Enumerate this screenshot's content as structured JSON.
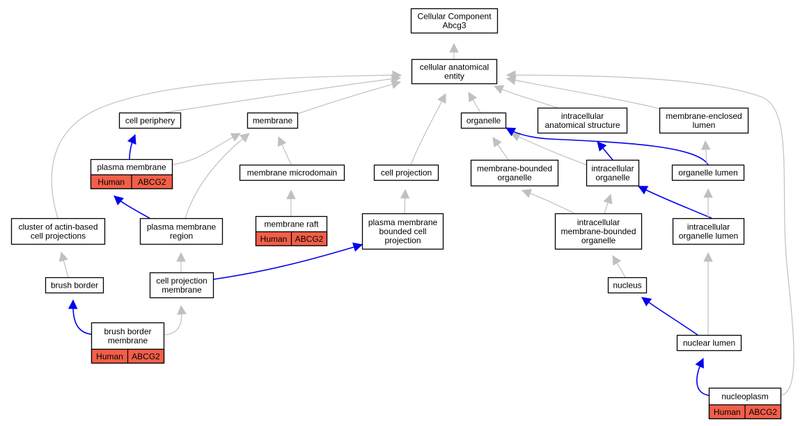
{
  "diagram": {
    "nodes": [
      {
        "id": "root",
        "lines": [
          "Cellular Component",
          "Abcg3"
        ]
      },
      {
        "id": "cae",
        "lines": [
          "cellular anatomical",
          "entity"
        ]
      },
      {
        "id": "cellperiph",
        "lines": [
          "cell periphery"
        ]
      },
      {
        "id": "membrane",
        "lines": [
          "membrane"
        ]
      },
      {
        "id": "organelle",
        "lines": [
          "organelle"
        ]
      },
      {
        "id": "intraanat",
        "lines": [
          "intracellular",
          "anatomical structure"
        ]
      },
      {
        "id": "memenclumen",
        "lines": [
          "membrane-enclosed",
          "lumen"
        ]
      },
      {
        "id": "plasmamem",
        "lines": [
          "plasma membrane"
        ],
        "annotation": [
          "Human",
          "ABCG2"
        ]
      },
      {
        "id": "memmicro",
        "lines": [
          "membrane microdomain"
        ]
      },
      {
        "id": "cellproj",
        "lines": [
          "cell projection"
        ]
      },
      {
        "id": "membound",
        "lines": [
          "membrane-bounded",
          "organelle"
        ]
      },
      {
        "id": "intraorg",
        "lines": [
          "intracellular",
          "organelle"
        ]
      },
      {
        "id": "orglumen",
        "lines": [
          "organelle lumen"
        ]
      },
      {
        "id": "actin",
        "lines": [
          "cluster of actin-based",
          "cell projections"
        ]
      },
      {
        "id": "pmregion",
        "lines": [
          "plasma membrane",
          "region"
        ]
      },
      {
        "id": "memraft",
        "lines": [
          "membrane raft"
        ],
        "annotation": [
          "Human",
          "ABCG2"
        ]
      },
      {
        "id": "pmbcp",
        "lines": [
          "plasma membrane",
          "bounded cell",
          "projection"
        ]
      },
      {
        "id": "imbo",
        "lines": [
          "intracellular",
          "membrane-bounded",
          "organelle"
        ]
      },
      {
        "id": "intraorglumen",
        "lines": [
          "intracellular",
          "organelle lumen"
        ]
      },
      {
        "id": "brushborder",
        "lines": [
          "brush border"
        ]
      },
      {
        "id": "cpm",
        "lines": [
          "cell projection",
          "membrane"
        ]
      },
      {
        "id": "nucleus",
        "lines": [
          "nucleus"
        ]
      },
      {
        "id": "bbm",
        "lines": [
          "brush border",
          "membrane"
        ],
        "annotation": [
          "Human",
          "ABCG2"
        ]
      },
      {
        "id": "nuclumen",
        "lines": [
          "nuclear lumen"
        ]
      },
      {
        "id": "nucleoplasm",
        "lines": [
          "nucleoplasm"
        ],
        "annotation": [
          "Human",
          "ABCG2"
        ]
      }
    ],
    "edges": [
      {
        "from": "cae",
        "to": "root",
        "kind": "is_a"
      },
      {
        "from": "cellperiph",
        "to": "cae",
        "kind": "is_a"
      },
      {
        "from": "membrane",
        "to": "cae",
        "kind": "is_a"
      },
      {
        "from": "organelle",
        "to": "cae",
        "kind": "is_a"
      },
      {
        "from": "intraanat",
        "to": "cae",
        "kind": "is_a"
      },
      {
        "from": "memenclumen",
        "to": "cae",
        "kind": "is_a"
      },
      {
        "from": "cellproj",
        "to": "cae",
        "kind": "is_a"
      },
      {
        "from": "actin",
        "to": "cae",
        "kind": "is_a"
      },
      {
        "from": "nucleoplasm",
        "to": "cae",
        "kind": "is_a"
      },
      {
        "from": "plasmamem",
        "to": "cellperiph",
        "kind": "part_of"
      },
      {
        "from": "plasmamem",
        "to": "membrane",
        "kind": "is_a"
      },
      {
        "from": "pmregion",
        "to": "membrane",
        "kind": "is_a"
      },
      {
        "from": "memmicro",
        "to": "membrane",
        "kind": "is_a"
      },
      {
        "from": "memraft",
        "to": "memmicro",
        "kind": "is_a"
      },
      {
        "from": "pmbcp",
        "to": "cellproj",
        "kind": "is_a"
      },
      {
        "from": "membound",
        "to": "organelle",
        "kind": "is_a"
      },
      {
        "from": "intraorg",
        "to": "organelle",
        "kind": "is_a"
      },
      {
        "from": "orglumen",
        "to": "organelle",
        "kind": "part_of"
      },
      {
        "from": "intraorg",
        "to": "intraanat",
        "kind": "part_of"
      },
      {
        "from": "orglumen",
        "to": "memenclumen",
        "kind": "is_a"
      },
      {
        "from": "pmregion",
        "to": "plasmamem",
        "kind": "part_of"
      },
      {
        "from": "imbo",
        "to": "membound",
        "kind": "is_a"
      },
      {
        "from": "imbo",
        "to": "intraorg",
        "kind": "is_a"
      },
      {
        "from": "intraorglumen",
        "to": "intraorg",
        "kind": "part_of"
      },
      {
        "from": "intraorglumen",
        "to": "orglumen",
        "kind": "is_a"
      },
      {
        "from": "brushborder",
        "to": "actin",
        "kind": "is_a"
      },
      {
        "from": "cpm",
        "to": "pmregion",
        "kind": "is_a"
      },
      {
        "from": "cpm",
        "to": "pmbcp",
        "kind": "part_of"
      },
      {
        "from": "nucleus",
        "to": "imbo",
        "kind": "is_a"
      },
      {
        "from": "bbm",
        "to": "brushborder",
        "kind": "part_of"
      },
      {
        "from": "bbm",
        "to": "cpm",
        "kind": "is_a"
      },
      {
        "from": "nuclumen",
        "to": "nucleus",
        "kind": "part_of"
      },
      {
        "from": "nuclumen",
        "to": "intraorglumen",
        "kind": "is_a"
      },
      {
        "from": "nucleoplasm",
        "to": "nuclumen",
        "kind": "part_of"
      }
    ],
    "colors": {
      "is_a": "#c0c0c0",
      "part_of": "#0000ee",
      "annotation_fill": "#f25f49",
      "node_border": "#000000",
      "node_fill": "#ffffff"
    }
  }
}
